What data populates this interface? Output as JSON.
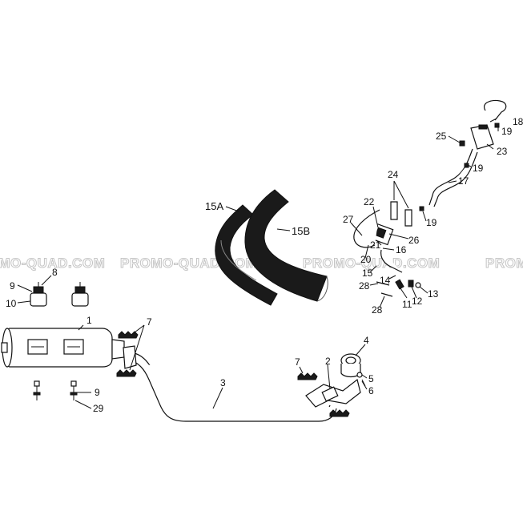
{
  "watermark": {
    "texts": [
      "PROMO-QUAD.COM",
      "PROMO-QUAD.COM",
      "PROMO-QUAD.COM",
      "PROMO-QUAD.COM"
    ]
  },
  "callouts": {
    "c1": "1",
    "c2": "2",
    "c3": "3",
    "c4": "4",
    "c5": "5",
    "c6": "6",
    "c7a": "7",
    "c7b": "7",
    "c8": "8",
    "c9a": "9",
    "c9b": "9",
    "c10": "10",
    "c11": "11",
    "c12": "12",
    "c13": "13",
    "c14": "14",
    "c15": "15",
    "c15a": "15A",
    "c15b": "15B",
    "c16": "16",
    "c17": "17",
    "c18": "18",
    "c19a": "19",
    "c19b": "19",
    "c19c": "19",
    "c20": "20",
    "c21": "21",
    "c22": "22",
    "c23": "23",
    "c24": "24",
    "c25": "25",
    "c26": "26",
    "c27": "27",
    "c28a": "28",
    "c28b": "28",
    "c29": "29"
  },
  "colors": {
    "line": "#111111",
    "hose": "#1a1a1a",
    "watermark": "#c4c4c4"
  }
}
